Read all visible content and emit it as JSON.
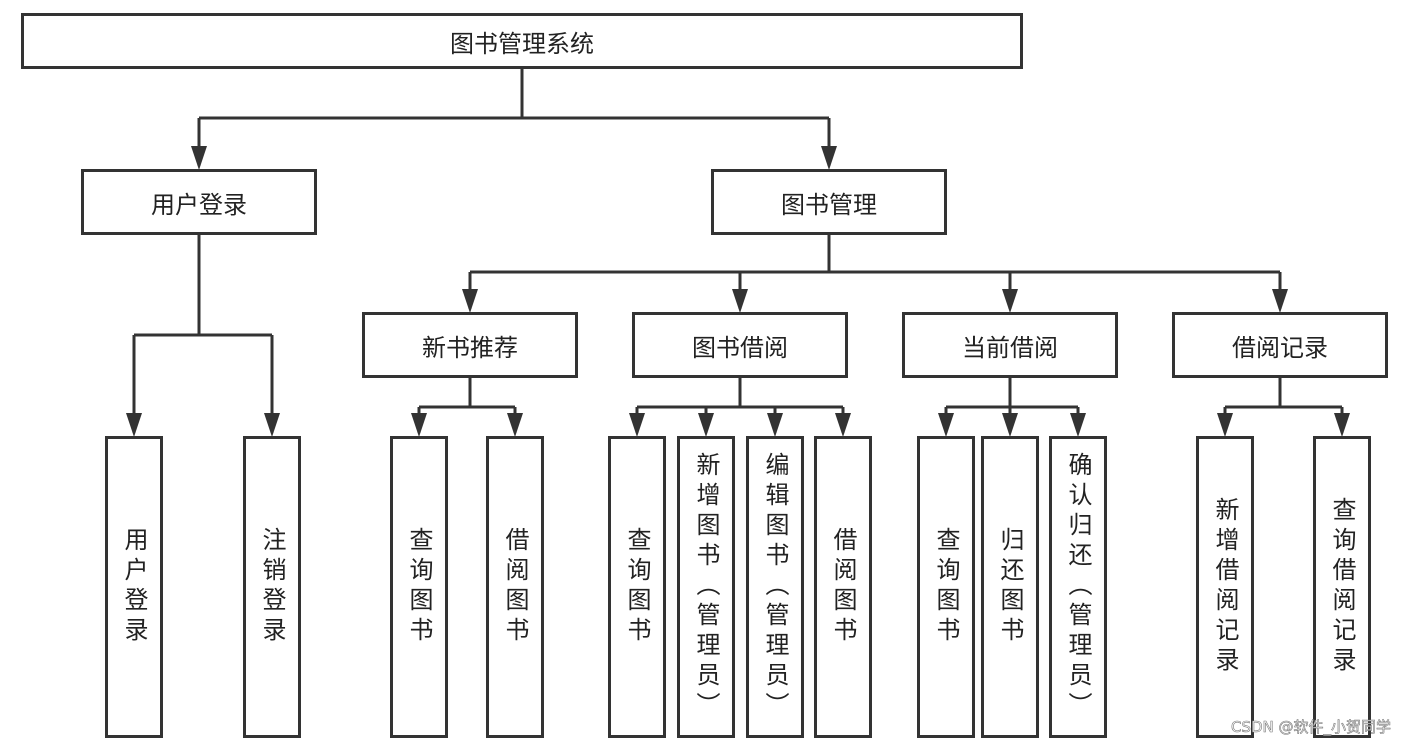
{
  "root": {
    "label": "图书管理系统"
  },
  "level1": [
    {
      "label": "用户登录",
      "children": [
        "用户登录",
        "注销登录"
      ]
    },
    {
      "label": "图书管理"
    }
  ],
  "level2": [
    {
      "label": "新书推荐",
      "children": [
        "查询图书",
        "借阅图书"
      ]
    },
    {
      "label": "图书借阅",
      "children": [
        "查询图书",
        "新增图书（管理员）",
        "编辑图书（管理员）",
        "借阅图书"
      ]
    },
    {
      "label": "当前借阅",
      "children": [
        "查询图书",
        "归还图书",
        "确认归还（管理员）"
      ]
    },
    {
      "label": "借阅记录",
      "children": [
        "新增借阅记录",
        "查询借阅记录"
      ]
    }
  ],
  "watermark": "CSDN @软件_小贺同学",
  "colors": {
    "line": "#333333",
    "background": "#ffffff"
  }
}
